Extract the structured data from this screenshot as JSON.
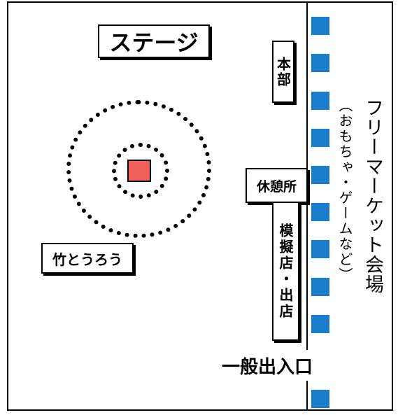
{
  "labels": {
    "stage": "ステージ",
    "honbu": "本部",
    "kyukeisho": "休憩所",
    "mogiten": "模擬店・出店",
    "takedoro": "竹とうろう",
    "entrance": "一般出入口"
  },
  "flea_market": {
    "title": "フリーマーケット会場",
    "subtitle": "（おもちゃ・ゲームなど）"
  },
  "colors": {
    "booth_marker": "#1a7ccc",
    "lantern_center": "#f0605a"
  },
  "booth_marker_count": 10
}
